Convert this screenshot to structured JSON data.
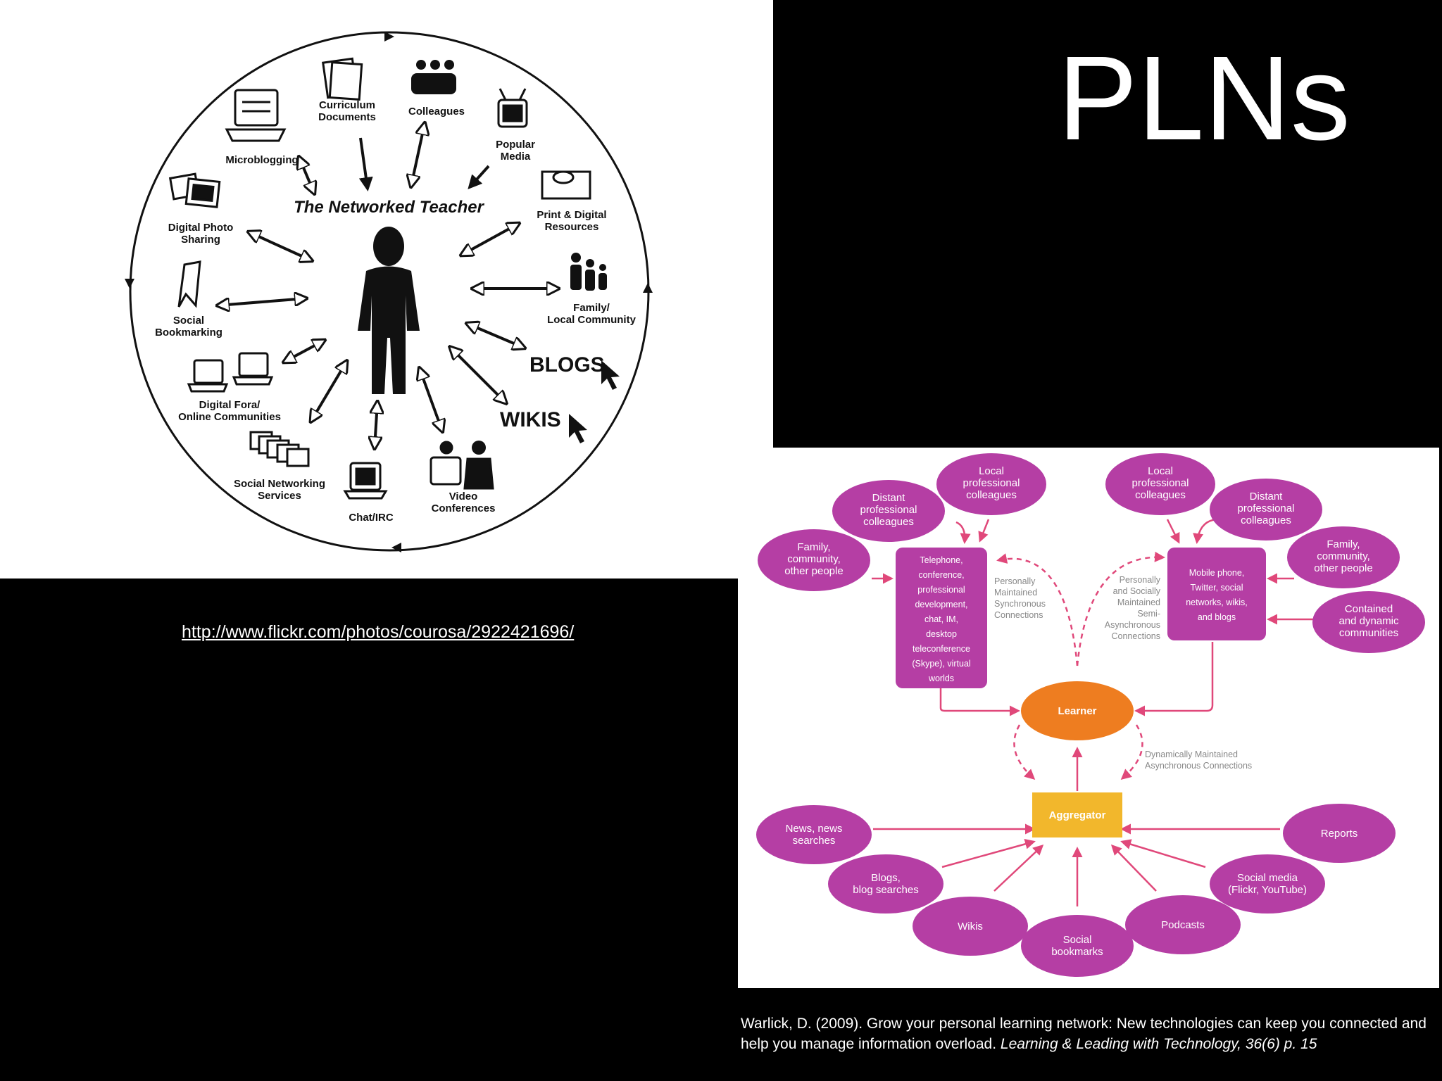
{
  "slide": {
    "title": "PLNs",
    "source_url": "http://www.flickr.com/photos/courosa/2922421696/",
    "citation_plain": "Warlick, D. (2009). Grow your personal learning network: New technologies can keep you connected and help you manage information overload. ",
    "citation_italic": "Learning & Leading with Technology, 36(6) p. 15"
  },
  "networked_teacher": {
    "title": "The Networked Teacher",
    "labels": {
      "curriculum": [
        "Curriculum",
        "Documents"
      ],
      "colleagues": [
        "Colleagues"
      ],
      "popular_media": [
        "Popular",
        "Media"
      ],
      "microblogging": [
        "Microblogging"
      ],
      "print_digital": [
        "Print & Digital",
        "Resources"
      ],
      "photo_sharing": [
        "Digital Photo",
        "Sharing"
      ],
      "family": [
        "Family/",
        "Local Community"
      ],
      "bookmarking": [
        "Social",
        "Bookmarking"
      ],
      "blogs": [
        "BLOGS"
      ],
      "fora": [
        "Digital Fora/",
        "Online Communities"
      ],
      "wikis": [
        "WIKIS"
      ],
      "social_networking": [
        "Social Networking",
        "Services"
      ],
      "chat": [
        "Chat/IRC"
      ],
      "video": [
        "Video",
        "Conferences"
      ]
    }
  },
  "pln_diagram": {
    "colors": {
      "magenta": "#b53ea4",
      "orange": "#ee7d20",
      "yellow": "#f2b72c",
      "arrow": "#e0487a"
    },
    "nodes": {
      "local_left": [
        "Local",
        "professional",
        "colleagues"
      ],
      "distant_left": [
        "Distant",
        "professional",
        "colleagues"
      ],
      "family_left": [
        "Family,",
        "community,",
        "other people"
      ],
      "sync_box": [
        "Telephone,",
        "conference,",
        "professional",
        "development,",
        "chat, IM,",
        "desktop",
        "teleconference",
        "(Skype), virtual",
        "worlds"
      ],
      "sync_note": [
        "Personally",
        "Maintained",
        "Synchronous",
        "Connections"
      ],
      "async_note": [
        "Personally",
        "and Socially",
        "Maintained",
        "Semi-",
        "Asynchronous",
        "Connections"
      ],
      "async_box": [
        "Mobile phone,",
        "Twitter, social",
        "networks, wikis,",
        "and blogs"
      ],
      "local_right": [
        "Local",
        "professional",
        "colleagues"
      ],
      "distant_right": [
        "Distant",
        "professional",
        "colleagues"
      ],
      "family_right": [
        "Family,",
        "community,",
        "other people"
      ],
      "contained": [
        "Contained",
        "and dynamic",
        "communities"
      ],
      "learner": [
        "Learner"
      ],
      "dynamic_note": [
        "Dynamically Maintained",
        "Asynchronous Connections"
      ],
      "aggregator": [
        "Aggregator"
      ],
      "news": [
        "News, news",
        "searches"
      ],
      "blogs": [
        "Blogs,",
        "blog searches"
      ],
      "wikis": [
        "Wikis"
      ],
      "social_bookmarks": [
        "Social",
        "bookmarks"
      ],
      "podcasts": [
        "Podcasts"
      ],
      "social_media": [
        "Social media",
        "(Flickr, YouTube)"
      ],
      "reports": [
        "Reports"
      ]
    }
  }
}
